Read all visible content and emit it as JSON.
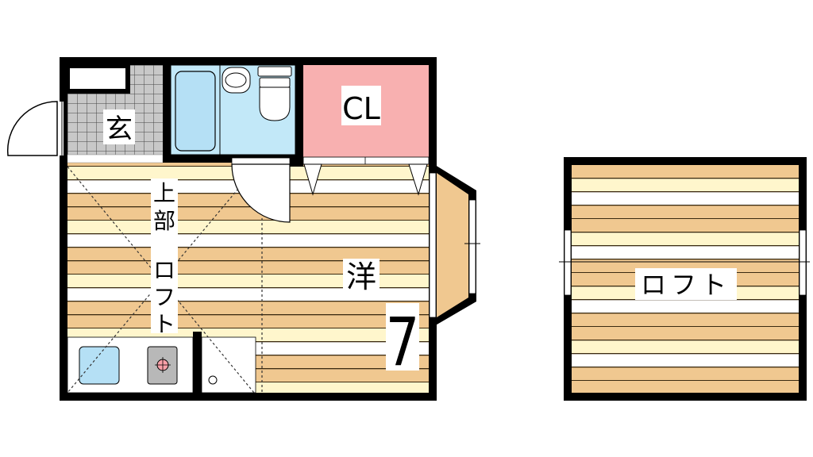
{
  "labels": {
    "entrance": "玄",
    "closet": "CL",
    "western_room": "洋",
    "room_size": "7",
    "upper_loft_1": "上",
    "upper_loft_2": "部",
    "upper_loft_3": "ロ",
    "upper_loft_4": "フ",
    "upper_loft_5": "ト",
    "loft": "ロフト"
  },
  "colors": {
    "wall": "#000000",
    "floor_tan": "#f0c890",
    "floor_cream": "#fff6cc",
    "bath": "#c2e8f8",
    "closet": "#f8b0b0",
    "tile": "#c8c8c8"
  }
}
